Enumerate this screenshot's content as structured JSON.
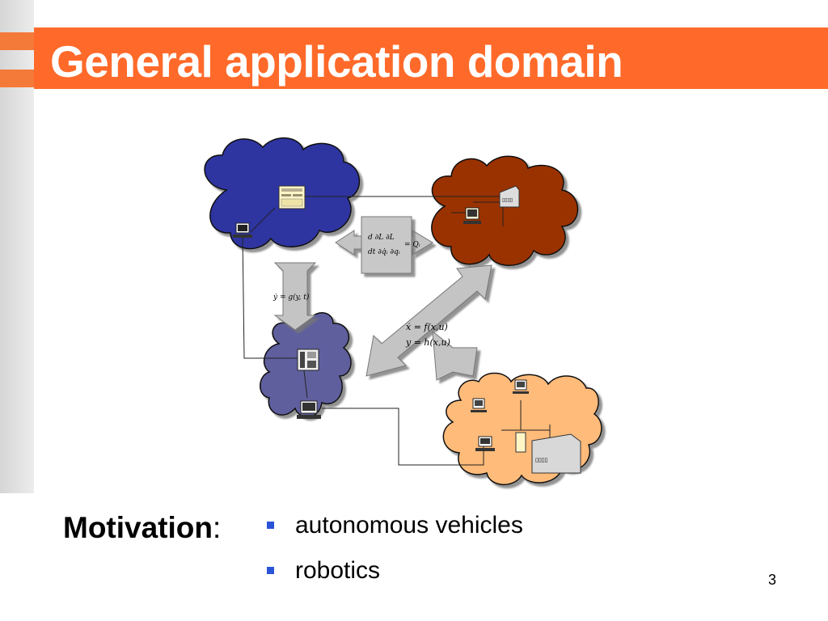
{
  "slide": {
    "title": "General application domain",
    "page_number": "3",
    "motivation_label": "Motivation",
    "motivation_colon": ":",
    "bullets": [
      "autonomous vehicles",
      "robotics"
    ]
  },
  "diagram": {
    "equations": {
      "lagrange_line1": "d  ∂L   ∂L",
      "lagrange_line2": "dt ∂q̇ᵢ  ∂qᵢ",
      "lagrange_rhs": "= Qᵢ",
      "algebraic": "ẏ = g(y, t)",
      "state": "ẋ = f(x,u)",
      "output": "y = h(x,u)"
    },
    "machine_label": "▯▯▯▯",
    "colors": {
      "cloud_blue": "#2f36a0",
      "cloud_brown": "#9a3300",
      "cloud_slate": "#5e5e9e",
      "cloud_peach": "#ffbb7a",
      "title_band": "#ff6a2a",
      "bullet": "#2a54d8"
    }
  }
}
